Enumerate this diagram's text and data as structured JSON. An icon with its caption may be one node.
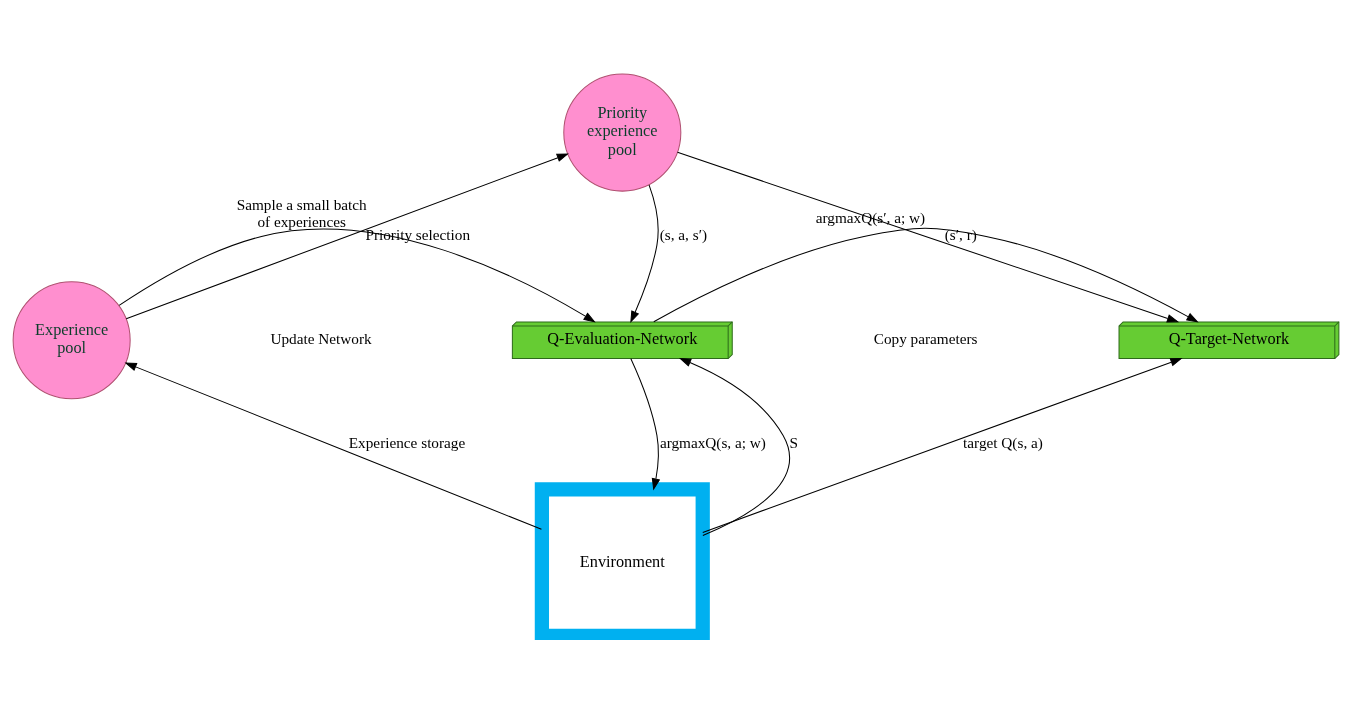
{
  "diagram": {
    "nodes": [
      {
        "text": [
          "Experience pool"
        ]
      },
      {
        "text": [
          "Priority experience pool"
        ]
      },
      {
        "text": [
          "Q-Evaluation-Network"
        ]
      },
      {
        "text": [
          "Q-Target-Network"
        ]
      },
      {
        "text": [
          "Environment"
        ]
      }
    ],
    "edges": [
      {
        "from": 0,
        "to": 1,
        "arrow": "to",
        "label": "Priority selection"
      },
      {
        "from": 1,
        "to": 3,
        "arrow": "to",
        "label": "(s′, r)"
      },
      {
        "from": 1,
        "to": 2,
        "arrow": "to",
        "label": "(s, a, s′)"
      },
      {
        "from": 0,
        "to": 2,
        "arrow": "to",
        "label": "Sample a small batch of experiences"
      },
      {
        "from": 2,
        "to": 3,
        "arrow": "to",
        "label": "argmaxQ(s′, a; w)"
      },
      {
        "from": 2,
        "to": 4,
        "arrow": "to",
        "label": "argmaxQ(s, a; w)"
      },
      {
        "from": 4,
        "to": 2,
        "arrow": "to",
        "label": "S"
      },
      {
        "from": 4,
        "to": 0,
        "arrow": "to",
        "label": "Experience storage"
      },
      {
        "from": 4,
        "to": 3,
        "arrow": "to",
        "label": "target Q(s, a)"
      }
    ],
    "labels": [
      "Update Network",
      "Copy parameters"
    ]
  }
}
